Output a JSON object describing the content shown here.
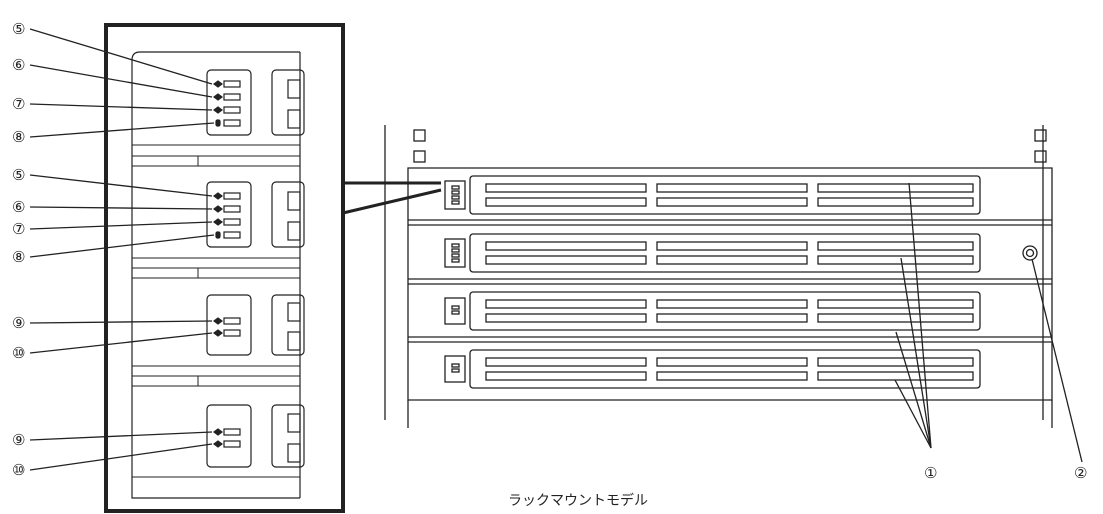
{
  "callouts": {
    "c1": "①",
    "c2": "②",
    "c5": "⑤",
    "c6": "⑥",
    "c7": "⑦",
    "c8": "⑧",
    "c9": "⑨",
    "c10": "⑩"
  },
  "caption": "ラックマウントモデル"
}
